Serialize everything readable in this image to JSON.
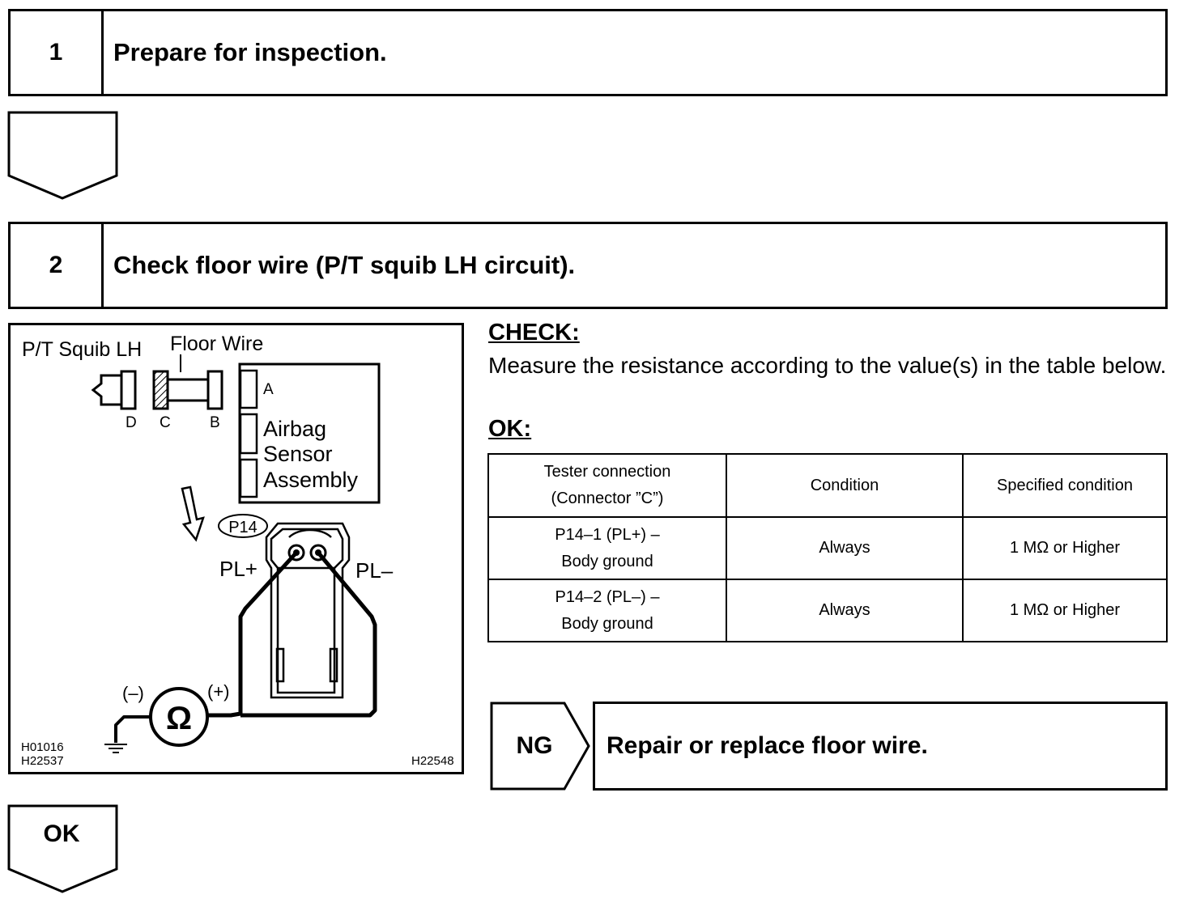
{
  "step1": {
    "number": "1",
    "title": "Prepare for inspection."
  },
  "step2": {
    "number": "2",
    "title": "Check floor wire (P/T squib LH circuit)."
  },
  "diagram": {
    "squib_label": "P/T Squib LH",
    "floor_wire_label": "Floor Wire",
    "conn_d": "D",
    "conn_c": "C",
    "conn_b": "B",
    "conn_a": "A",
    "sensor_label_1": "Airbag",
    "sensor_label_2": "Sensor",
    "sensor_label_3": "Assembly",
    "connector_id": "P14",
    "pl_plus": "PL+",
    "pl_minus": "PL–",
    "meter_minus": "(–)",
    "meter_plus": "(+)",
    "ohm_symbol": "Ω",
    "code_1": "H01016",
    "code_2": "H22537",
    "code_3": "H22548"
  },
  "check": {
    "heading": "CHECK:",
    "text": "Measure the resistance according to the value(s) in the table below.",
    "ok_heading": "OK:"
  },
  "table": {
    "headers": [
      "Tester connection",
      "(Connector ”C”)",
      "Condition",
      "Specified condition"
    ],
    "rows": [
      {
        "conn_1": "P14–1 (PL+) –",
        "conn_2": "Body ground",
        "condition": "Always",
        "spec": "1 MΩ or Higher"
      },
      {
        "conn_1": "P14–2 (PL–) –",
        "conn_2": "Body ground",
        "condition": "Always",
        "spec": "1 MΩ or Higher"
      }
    ]
  },
  "ng": {
    "label": "NG",
    "action": "Repair or replace floor wire."
  },
  "ok_flow": {
    "label": "OK"
  }
}
